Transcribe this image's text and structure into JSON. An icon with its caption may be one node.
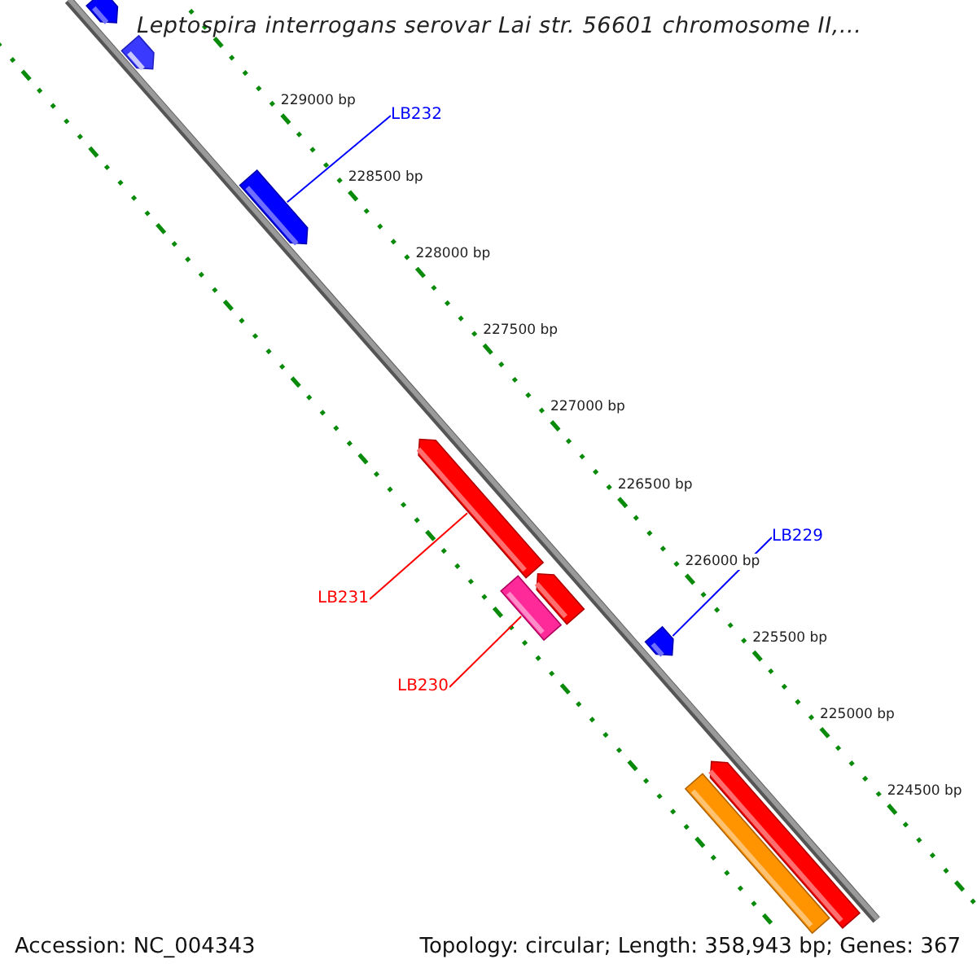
{
  "diagram": {
    "title": "Leptospira interrogans serovar Lai str. 56601 chromosome II,...",
    "nodes": [
      {
        "text": [],
        "shape": "bar"
      },
      {
        "text": [],
        "shape": "bar"
      },
      {
        "text": [
          "LB232"
        ]
      },
      {
        "text": [],
        "shape": "bar"
      },
      {
        "text": [],
        "shape": "bar"
      },
      {
        "text": [
          "LB229"
        ]
      },
      {
        "text": [],
        "shape": "bar"
      },
      {
        "text": [
          "LB231"
        ]
      },
      {
        "text": [],
        "shape": "bar"
      },
      {
        "text": [],
        "shape": "bar"
      },
      {
        "text": [
          "LB230"
        ]
      },
      {
        "text": [],
        "shape": "bar"
      },
      {
        "text": [],
        "shape": "bar"
      }
    ],
    "edges": [
      {
        "from": 2,
        "to": 3,
        "arrow": "none",
        "color": "#0000ff"
      },
      {
        "from": 5,
        "to": 9,
        "arrow": "none",
        "color": "#0000ff"
      },
      {
        "from": 7,
        "to": 4,
        "arrow": "none",
        "color": "#ff0000"
      },
      {
        "from": 10,
        "to": 8,
        "arrow": "none",
        "color": "#ff0000"
      }
    ],
    "labels": [
      "229000 bp",
      "228500 bp",
      "228000 bp",
      "227500 bp",
      "227000 bp",
      "226500 bp",
      "226000 bp",
      "225500 bp",
      "225000 bp",
      "224500 bp",
      "Accession: NC_004343",
      "Topology: circular; Length: 358,943 bp; Genes: 367"
    ]
  }
}
